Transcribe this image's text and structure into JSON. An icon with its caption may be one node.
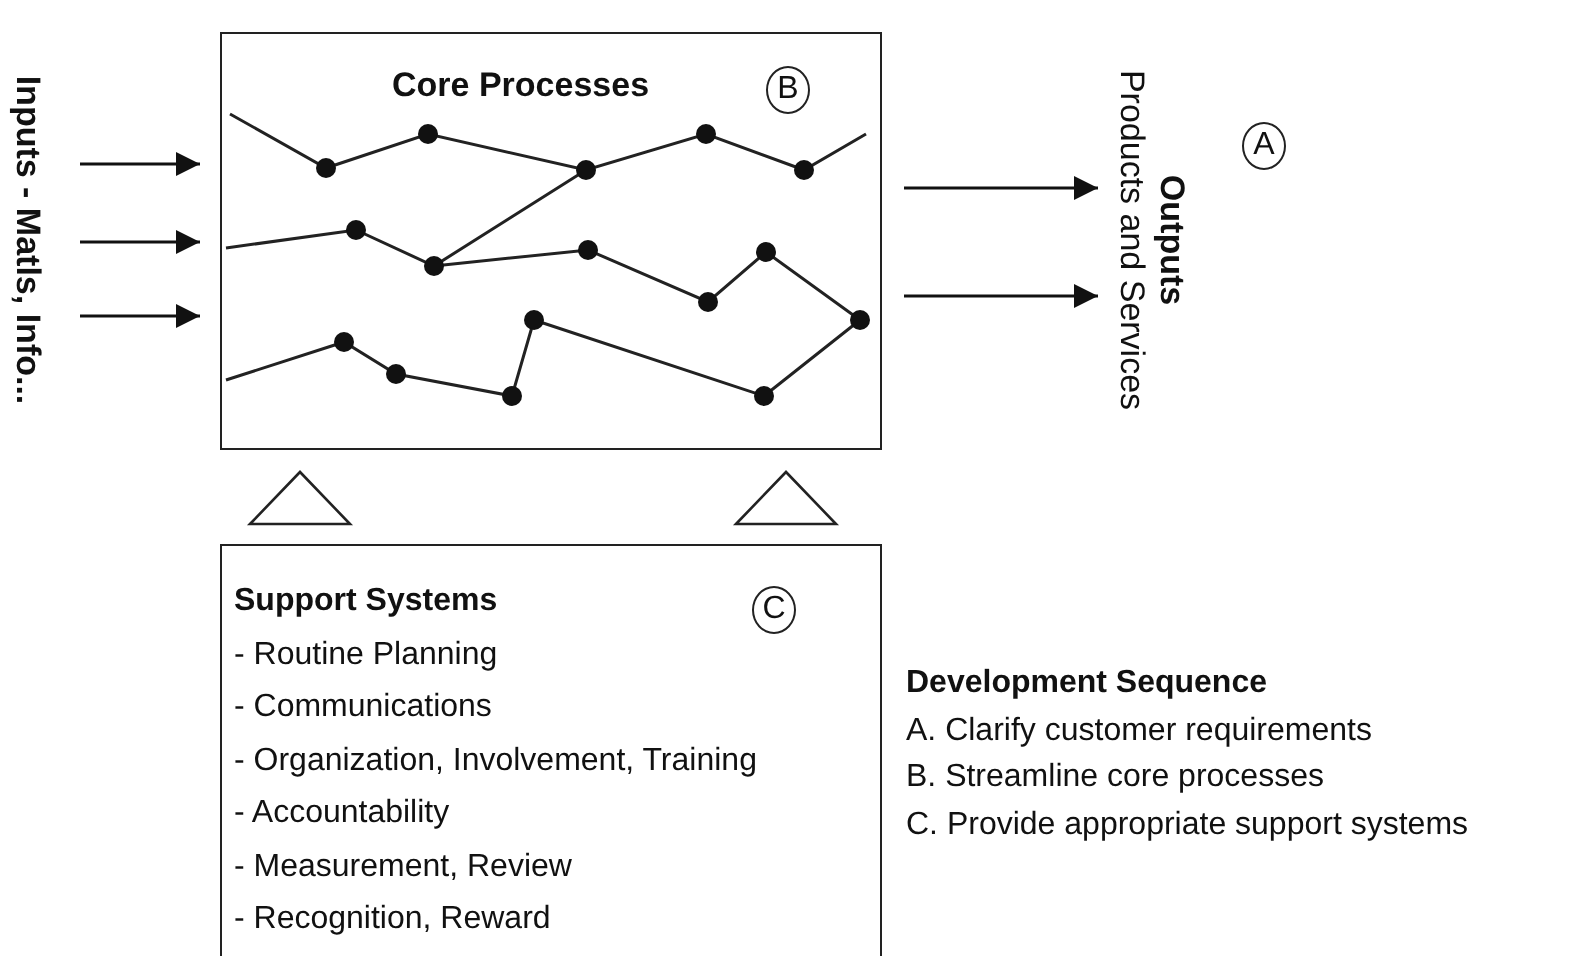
{
  "diagram": {
    "nodes": [
      {
        "text": [
          "Inputs - Matls, Info..."
        ]
      },
      {
        "text": [
          "Core Processes"
        ]
      },
      {
        "text": [
          "B"
        ],
        "in": 1
      },
      {
        "text": [
          "Outputs",
          "Products and Services"
        ]
      },
      {
        "text": [
          "A"
        ]
      },
      {
        "text": [
          "Support Systems",
          "- Routine Planning",
          "- Communications",
          "- Organization, Involvement, Training",
          "- Accountability",
          "- Measurement, Review",
          "- Recognition, Reward"
        ]
      },
      {
        "text": [
          "C"
        ],
        "in": 5
      }
    ],
    "edges": [
      {
        "from": 0,
        "to": 1,
        "arrow": "to"
      },
      {
        "from": 0,
        "to": 1,
        "arrow": "to"
      },
      {
        "from": 0,
        "to": 1,
        "arrow": "to"
      },
      {
        "from": 1,
        "to": 3,
        "arrow": "to"
      },
      {
        "from": 1,
        "to": 3,
        "arrow": "to"
      }
    ],
    "labels": [
      "Development Sequence",
      "A. Clarify customer requirements",
      "B. Streamline core processes",
      "C. Provide appropriate support systems"
    ]
  }
}
